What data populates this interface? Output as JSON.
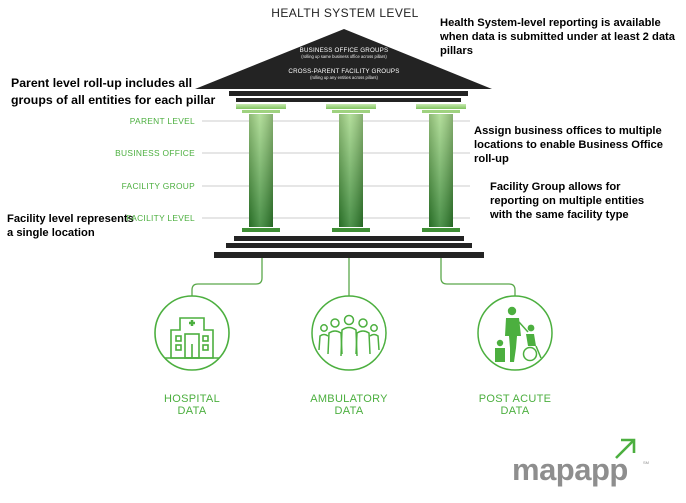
{
  "title": "HEALTH SYSTEM LEVEL",
  "notes": {
    "health_system": "Health System-level reporting is available when data is submitted under at least 2 data pillars",
    "parent_rollup": "Parent level roll-up includes all groups of all entities for each pillar",
    "business_office": "Assign business offices to multiple locations to enable Business Office roll-up",
    "facility_group": "Facility Group allows for reporting on multiple entities with the same facility type",
    "facility_level": "Facility level represents a single location"
  },
  "roof": {
    "line1": "BUSINESS OFFICE GROUPS",
    "line1_sub": "(rolling up same business office across pillars)",
    "line2": "CROSS-PARENT FACILITY GROUPS",
    "line2_sub": "(rolling up any entities across pillars)"
  },
  "levels": {
    "parent": "PARENT LEVEL",
    "business_office": "BUSINESS OFFICE",
    "facility_group": "FACILITY GROUP",
    "facility": "FACILITY LEVEL"
  },
  "pillars": {
    "hospital": {
      "line1": "HOSPITAL",
      "line2": "DATA",
      "icon": "hospital-icon"
    },
    "ambulatory": {
      "line1": "AMBULATORY",
      "line2": "DATA",
      "icon": "people-group-icon"
    },
    "post_acute": {
      "line1": "POST ACUTE",
      "line2": "DATA",
      "icon": "caregiver-wheelchair-icon"
    }
  },
  "brand": {
    "name": "mapapp",
    "mark": "SM",
    "icon": "arrow-up-right-icon"
  },
  "colors": {
    "accent": "#4caf3f",
    "dark": "#222222",
    "pillar_dark": "#2f7d2e",
    "pillar_light": "#9fd080"
  }
}
